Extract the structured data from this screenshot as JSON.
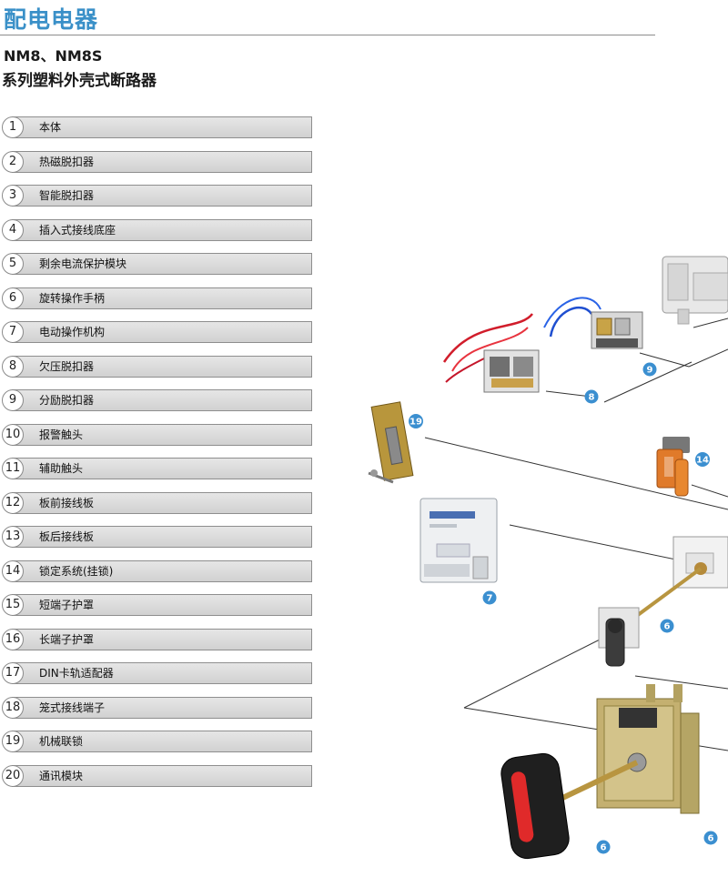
{
  "header": {
    "title": "配电电器",
    "model": "NM8、NM8S",
    "subtitle": "系列塑料外壳式断路器"
  },
  "parts": [
    {
      "num": "1",
      "label": "本体"
    },
    {
      "num": "2",
      "label": "热磁脱扣器"
    },
    {
      "num": "3",
      "label": "智能脱扣器"
    },
    {
      "num": "4",
      "label": "插入式接线底座"
    },
    {
      "num": "5",
      "label": "剩余电流保护模块"
    },
    {
      "num": "6",
      "label": "旋转操作手柄"
    },
    {
      "num": "7",
      "label": "电动操作机构"
    },
    {
      "num": "8",
      "label": "欠压脱扣器"
    },
    {
      "num": "9",
      "label": "分励脱扣器"
    },
    {
      "num": "10",
      "label": "报警触头"
    },
    {
      "num": "11",
      "label": "辅助触头"
    },
    {
      "num": "12",
      "label": "板前接线板"
    },
    {
      "num": "13",
      "label": "板后接线板"
    },
    {
      "num": "14",
      "label": "锁定系统(挂锁)"
    },
    {
      "num": "15",
      "label": "短端子护罩"
    },
    {
      "num": "16",
      "label": "长端子护罩"
    },
    {
      "num": "17",
      "label": "DIN卡轨适配器"
    },
    {
      "num": "18",
      "label": "笼式接线端子"
    },
    {
      "num": "19",
      "label": "机械联锁"
    },
    {
      "num": "20",
      "label": "通讯模块"
    }
  ],
  "callouts": {
    "c8": "8",
    "c9": "9",
    "c19": "19",
    "c14": "14",
    "c7": "7",
    "c6a": "6",
    "c6b": "6",
    "c6c": "6"
  },
  "colors": {
    "accent": "#3a90c8",
    "callout": "#3b8fd0",
    "bar_fill": "#dcdcdc"
  }
}
